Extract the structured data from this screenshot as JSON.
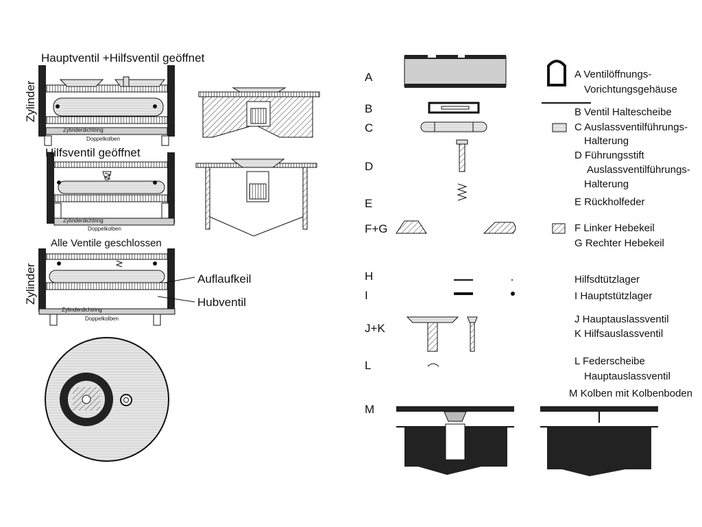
{
  "left": {
    "title_open_both": "Hauptventil +Hilfsventil geöffnet",
    "title_aux_open": "Hilfsventil geöffnet",
    "title_all_closed": "Alle Ventile geschlossen",
    "zylinder": "Zylinder",
    "zylinderdichtring": "Zylinderdichtring",
    "doppelkolben": "Doppelkolben",
    "auflaufkeil": "Auflaufkeil",
    "hubventil": "Hubventil"
  },
  "parts": [
    {
      "letter": "A",
      "desc": [
        "A Ventilöffnungs-",
        "Vorichtungsgehäuse"
      ]
    },
    {
      "letter": "B",
      "desc": [
        "B Ventil Haltescheibe"
      ]
    },
    {
      "letter": "C",
      "desc": [
        "C Auslassventilführungs-",
        "Halterung"
      ]
    },
    {
      "letter": "D",
      "desc": [
        "D Führungsstift",
        "Auslassventilführungs-",
        "Halterung"
      ]
    },
    {
      "letter": "E",
      "desc": [
        "E Rückholfeder"
      ]
    },
    {
      "letter": "F+G",
      "desc": [
        "F Linker Hebekeil",
        "G Rechter Hebekeil"
      ]
    },
    {
      "letter": "H",
      "desc": [
        "Hilfsdtützlager"
      ]
    },
    {
      "letter": "I",
      "desc": [
        "I Hauptstützlager"
      ]
    },
    {
      "letter": "J+K",
      "desc": [
        "J Hauptauslassventil",
        "K Hilfsauslassventil"
      ]
    },
    {
      "letter": "L",
      "desc": [
        "L Federscheibe",
        "Hauptauslassventil"
      ]
    },
    {
      "letter": "M",
      "desc": [
        "M Kolben mit Kolbenboden"
      ]
    }
  ],
  "colors": {
    "ink": "#111111",
    "hatch": "#555555",
    "shade": "#cfcfcf",
    "dark": "#222222"
  }
}
